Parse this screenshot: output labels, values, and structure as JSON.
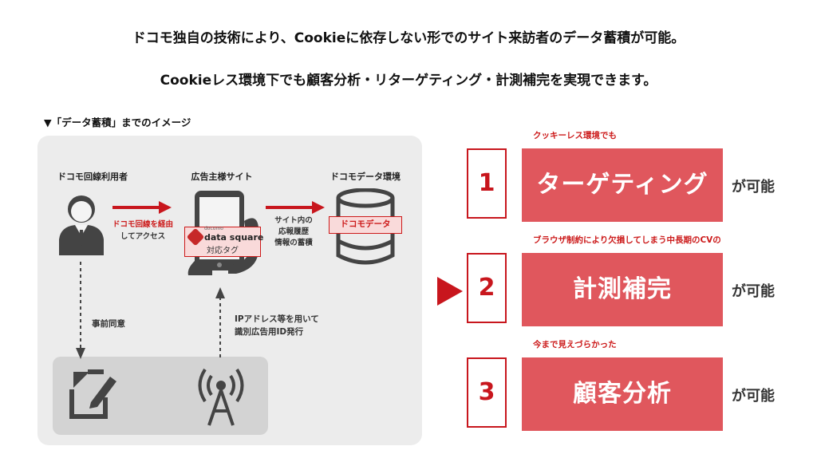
{
  "headline": {
    "line1": "ドコモ独自の技術により、Cookieに依存しない形でのサイト来訪者のデータ蓄積が可能。",
    "line2": "Cookieレス環境下でも顧客分析・リターゲティング・計測補完を実現できます。"
  },
  "diagram": {
    "caption": "▼「データ蓄積」までのイメージ",
    "user_label": "ドコモ回線利用者",
    "site_label": "広告主様サイト",
    "docomo_env_label": "ドコモデータ環境",
    "arrow1_line1": "ドコモ回線を経由",
    "arrow1_line2": "してアクセス",
    "arrow2_line1": "サイト内の",
    "arrow2_line2": "応報履歴",
    "arrow2_line3": "情報の蓄積",
    "tag_brand": "data square",
    "tag_brand_small": "docomo",
    "tag_sub": "対応タグ",
    "data_box": "ドコモデータ",
    "consent": "事前同意",
    "ip_line1": "IPアドレス等を用いて",
    "ip_line2": "識別広告用ID発行"
  },
  "benefits": [
    {
      "num": "1",
      "note": "クッキーレス環境でも",
      "title": "ターゲティング",
      "suffix": "が可能"
    },
    {
      "num": "2",
      "note": "ブラウザ制約により欠損してしまう中長期のCVの",
      "title": "計測補完",
      "suffix": "が可能"
    },
    {
      "num": "3",
      "note": "今まで見えづらかった",
      "title": "顧客分析",
      "suffix": "が可能"
    }
  ],
  "colors": {
    "accent": "#c8161d",
    "box": "#e0575d",
    "panel": "#ececec"
  }
}
